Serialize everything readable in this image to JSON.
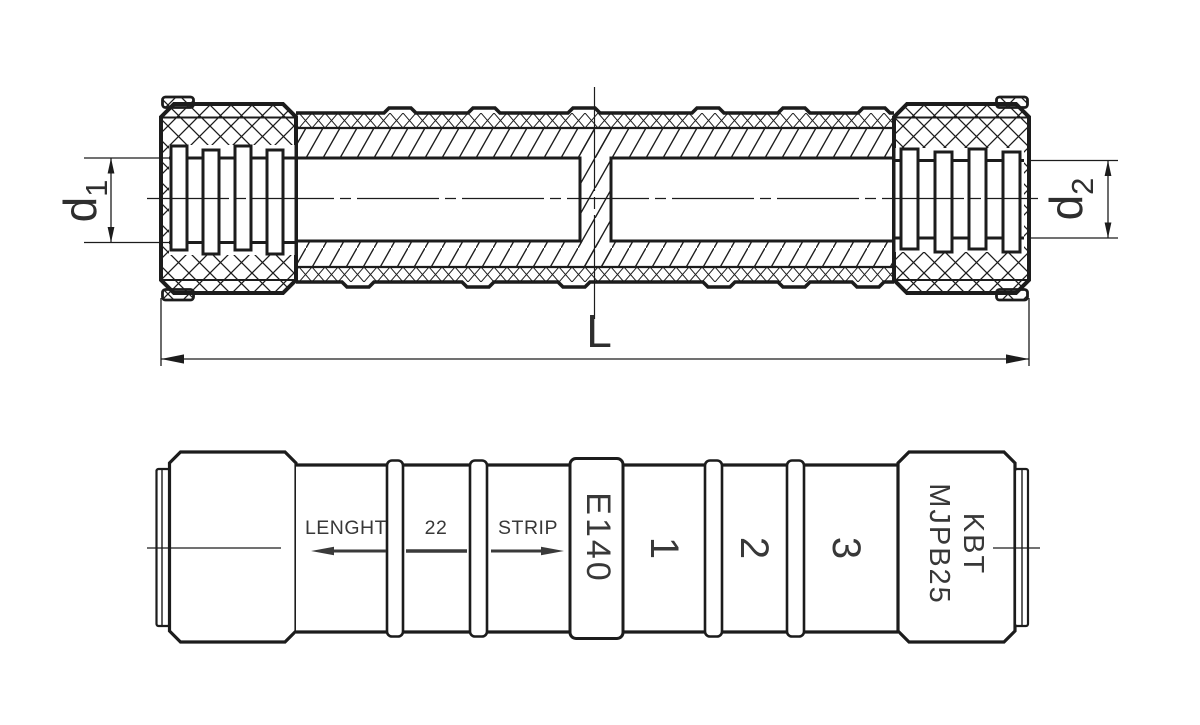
{
  "canvas": {
    "background": "#ffffff",
    "line_color": "#1c1c1c",
    "text_color": "#383838"
  },
  "section_view": {
    "dimensions": {
      "d1_base": "d",
      "d1_sub": "1",
      "d2_base": "d",
      "d2_sub": "2",
      "length_label": "L"
    }
  },
  "side_view": {
    "markings": {
      "length_label": "LENGHT",
      "strip_value": "22",
      "strip_label": "STRIP",
      "shrink_code": "E140",
      "step_1": "1",
      "step_2": "2",
      "step_3": "3",
      "brand_line_1": "KBT",
      "brand_line_2": "MJPB25"
    }
  }
}
